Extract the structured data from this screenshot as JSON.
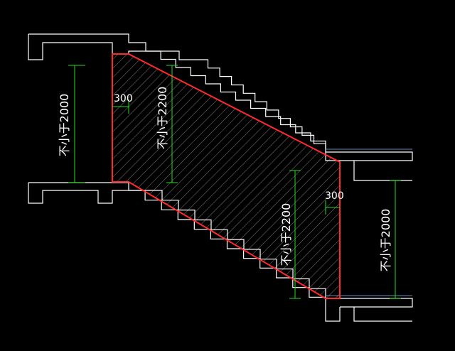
{
  "drawing": {
    "colors": {
      "background": "#000000",
      "structure": "#ffffff",
      "stair_secondary": "#7fb0ff",
      "clearance_outline": "#ff2a2a",
      "hatch": "#9a9a9a",
      "dimension": "#22dd22"
    },
    "labels": {
      "left_clear_height": "不小于2000",
      "upper_offset": "300",
      "upper_slab_clearance": "不小于2200",
      "lower_slab_clearance": "不小于2200",
      "lower_offset": "300",
      "right_clear_height": "不小于2000"
    }
  }
}
